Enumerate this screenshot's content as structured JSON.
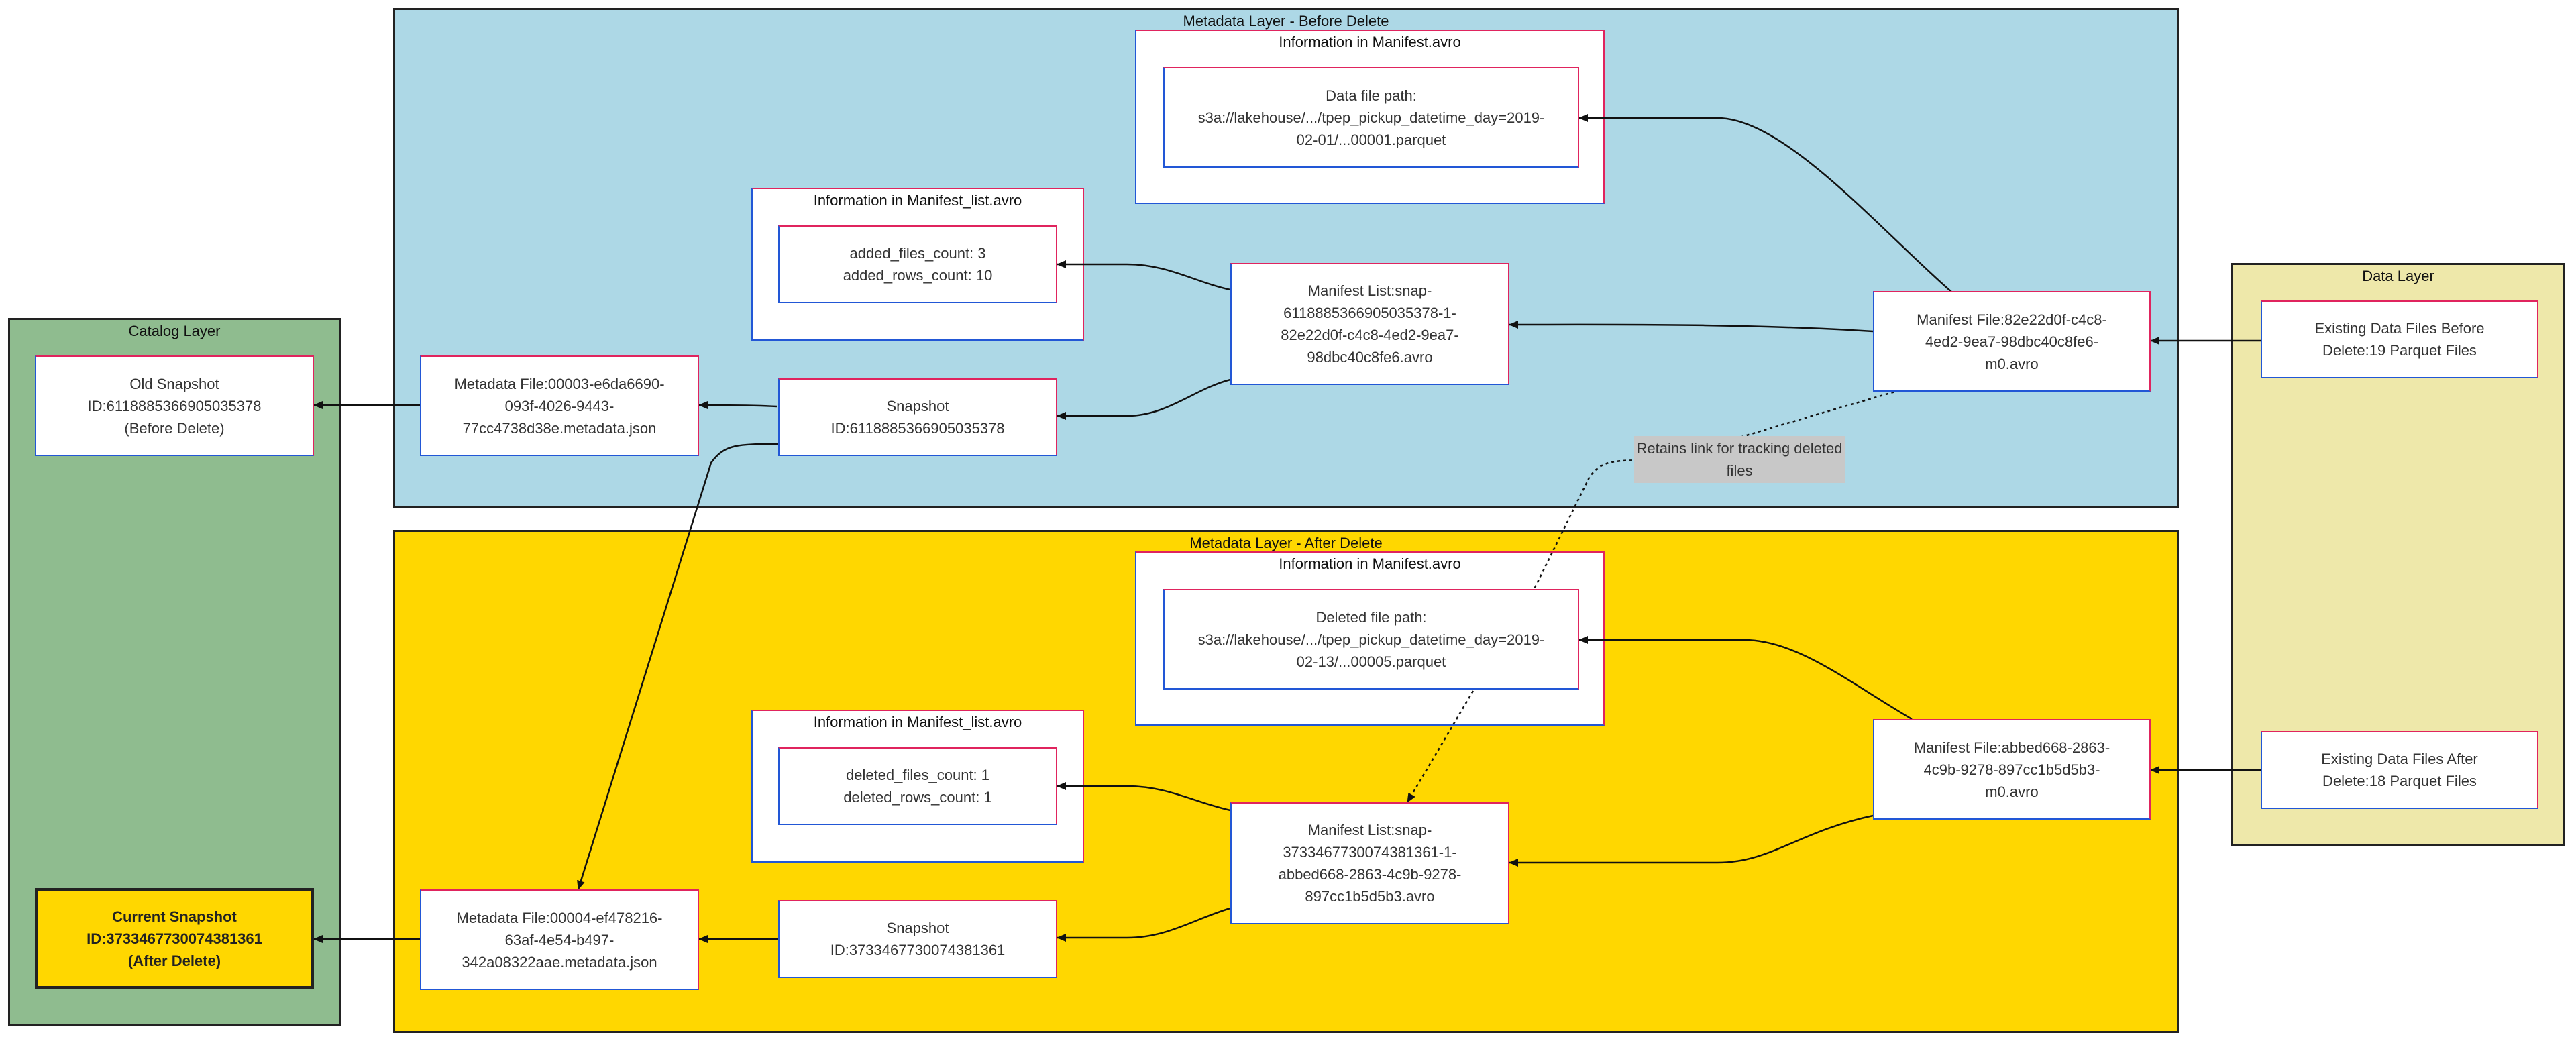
{
  "clusters": {
    "catalog": "Catalog Layer",
    "before": "Metadata Layer - Before Delete",
    "after": "Metadata Layer - After Delete",
    "data": "Data Layer"
  },
  "panels": {
    "manifest_before": "Information in Manifest.avro",
    "manifest_list_before": "Information in Manifest_list.avro",
    "manifest_after": "Information in Manifest.avro",
    "manifest_list_after": "Information in Manifest_list.avro"
  },
  "nodes": {
    "old_snapshot": "Old Snapshot\nID:6118885366905035378\n(Before Delete)",
    "current_snapshot": "Current Snapshot\nID:3733467730074381361\n(After Delete)",
    "metadata_before": "Metadata File:00003-e6da6690-\n093f-4026-9443-\n77cc4738d38e.metadata.json",
    "snapshot_before": "Snapshot\nID:6118885366905035378",
    "list_info_before": "added_files_count: 3\nadded_rows_count: 10",
    "manifest_list_before": "Manifest List:snap-\n6118885366905035378-1-\n82e22d0f-c4c8-4ed2-9ea7-\n98dbc40c8fe6.avro",
    "data_path_before": "Data file path:\ns3a://lakehouse/.../tpep_pickup_datetime_day=2019-\n02-01/...00001.parquet",
    "manifest_file_before": "Manifest File:82e22d0f-c4c8-\n4ed2-9ea7-98dbc40c8fe6-\nm0.avro",
    "metadata_after": "Metadata File:00004-ef478216-\n63af-4e54-b497-\n342a08322aae.metadata.json",
    "snapshot_after": "Snapshot\nID:3733467730074381361",
    "list_info_after": "deleted_files_count: 1\ndeleted_rows_count: 1",
    "manifest_list_after": "Manifest List:snap-\n3733467730074381361-1-\nabbed668-2863-4c9b-9278-\n897cc1b5d5b3.avro",
    "data_path_after": "Deleted file path:\ns3a://lakehouse/.../tpep_pickup_datetime_day=2019-\n02-13/...00005.parquet",
    "manifest_file_after": "Manifest File:abbed668-2863-\n4c9b-9278-897cc1b5d5b3-\nm0.avro",
    "data_before": "Existing Data Files Before\nDelete:19 Parquet Files",
    "data_after": "Existing Data Files After\nDelete:18 Parquet Files"
  },
  "note": "Retains link for tracking deleted\nfiles",
  "colors": {
    "catalog_bg": "#8fbc8f",
    "before_bg": "#add8e6",
    "after_bg": "#ffd700",
    "data_bg": "#eee8aa",
    "node_border_a": "#e0245e",
    "node_border_b": "#2257d6"
  }
}
